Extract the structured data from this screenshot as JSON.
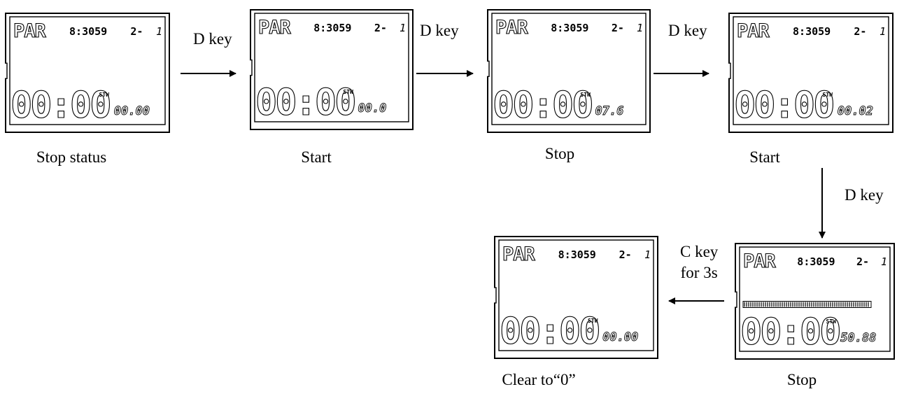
{
  "screens": [
    {
      "id": "s1",
      "caption": "Stop status",
      "small_value": "00.00",
      "bar": false
    },
    {
      "id": "s2",
      "caption": "Start",
      "small_value": "00.0",
      "bar": false
    },
    {
      "id": "s3",
      "caption": "Stop",
      "small_value": "07.6",
      "bar": false
    },
    {
      "id": "s4",
      "caption": "Start",
      "small_value": "00.02",
      "bar": false
    },
    {
      "id": "s5",
      "caption": "Stop",
      "small_value": "50.88",
      "bar": true
    },
    {
      "id": "s6",
      "caption": "Clear to“0”",
      "small_value": "00.00",
      "bar": false
    }
  ],
  "lcd_common": {
    "mode_text": "PAR",
    "time_text": "8:3059",
    "page_text": "2-",
    "index_text": "1",
    "main_time": "00:00",
    "unit_label": "STW"
  },
  "transitions": [
    {
      "from": "s1",
      "to": "s2",
      "key_label": "D key"
    },
    {
      "from": "s2",
      "to": "s3",
      "key_label": "D key"
    },
    {
      "from": "s3",
      "to": "s4",
      "key_label": "D key"
    },
    {
      "from": "s4",
      "to": "s5",
      "key_label": "D key"
    },
    {
      "from": "s5",
      "to": "s6",
      "key_label_line1": "C key",
      "key_label_line2": "for 3s"
    }
  ]
}
